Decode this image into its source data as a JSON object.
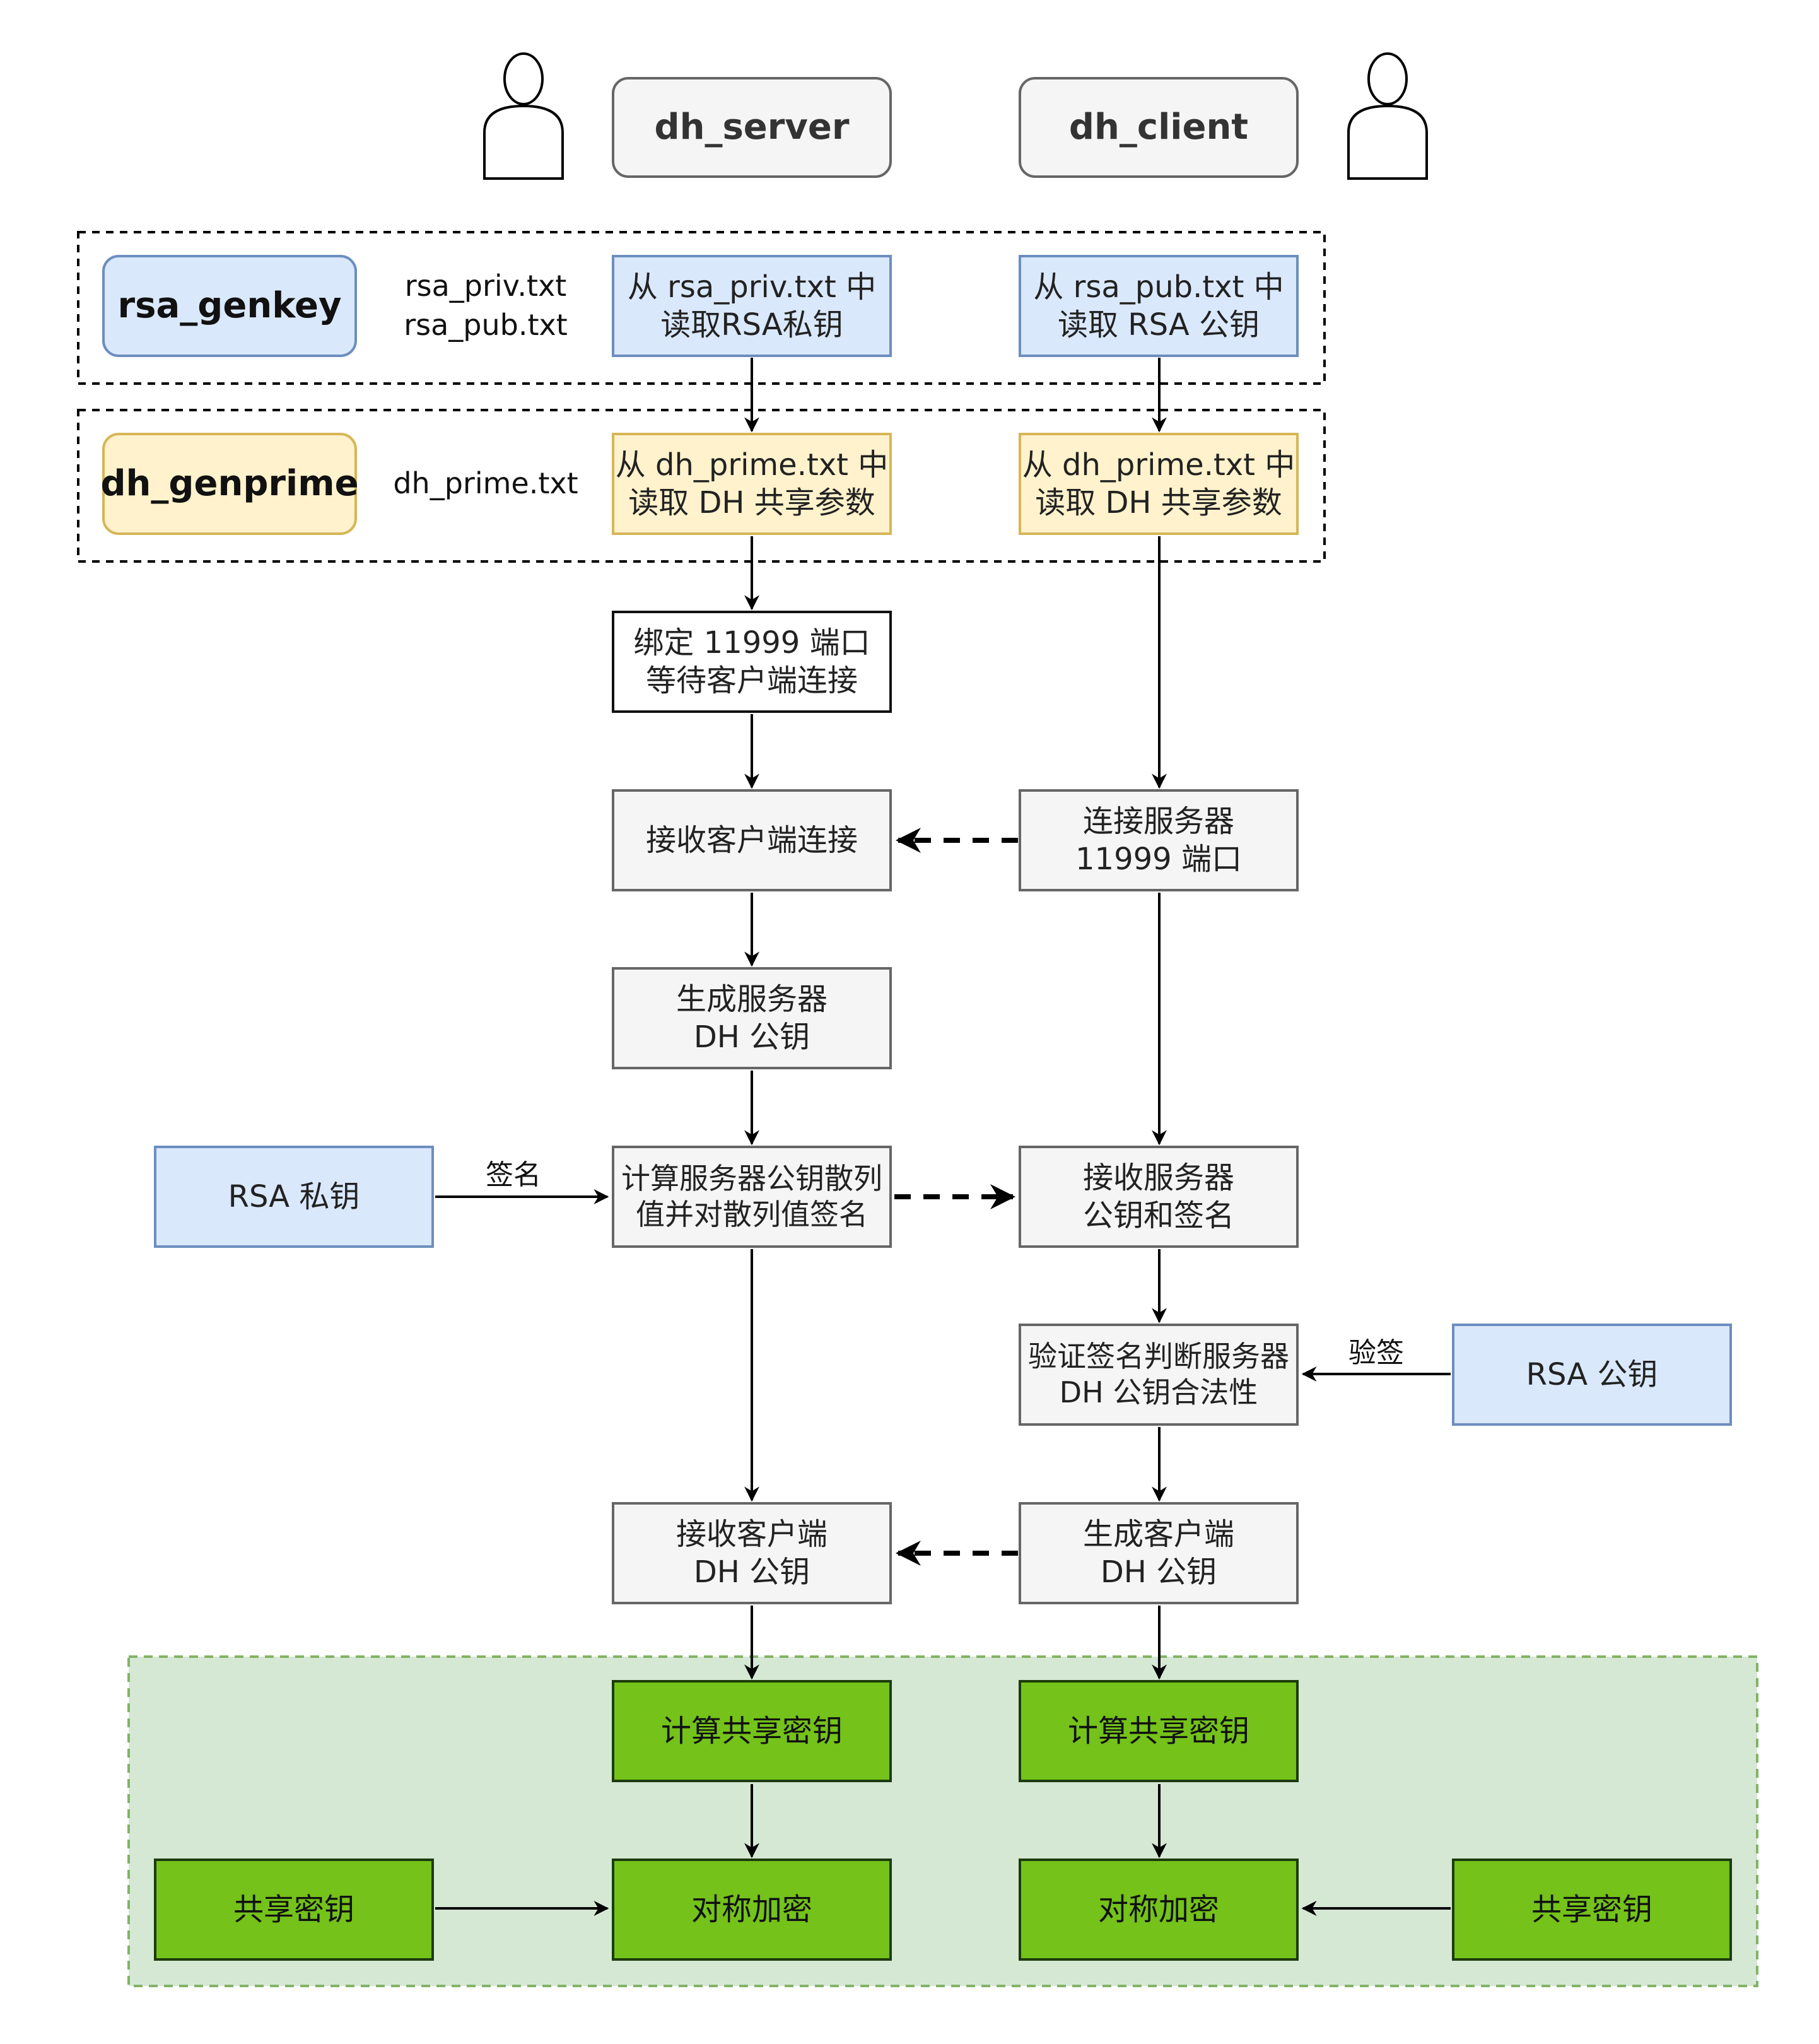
{
  "actors": {
    "server": "dh_server",
    "client": "dh_client"
  },
  "groups": {
    "rsa": {
      "tool": "rsa_genkey",
      "files": "rsa_priv.txt\nrsa_pub.txt",
      "server_step": "从 rsa_priv.txt 中\n读取RSA私钥",
      "client_step": "从 rsa_pub.txt 中\n读取 RSA 公钥"
    },
    "dh": {
      "tool": "dh_genprime",
      "files": "dh_prime.txt",
      "server_step": "从 dh_prime.txt 中\n读取 DH 共享参数",
      "client_step": "从 dh_prime.txt 中\n读取 DH 共享参数"
    }
  },
  "server_steps": {
    "bind": "绑定 11999 端口\n等待客户端连接",
    "accept": "接收客户端连接",
    "gen_pub": "生成服务器\nDH 公钥",
    "hash_sign": "计算服务器公钥散列\n值并对散列值签名",
    "recv_client_pub": "接收客户端\nDH 公钥",
    "compute_secret": "计算共享密钥",
    "sym_encrypt": "对称加密"
  },
  "client_steps": {
    "connect": "连接服务器\n11999 端口",
    "recv_pub_sig": "接收服务器\n公钥和签名",
    "verify": "验证签名判断服务器\nDH 公钥合法性",
    "gen_pub": "生成客户端\nDH 公钥",
    "compute_secret": "计算共享密钥",
    "sym_encrypt": "对称加密"
  },
  "side_nodes": {
    "rsa_private": "RSA 私钥",
    "rsa_public": "RSA 公钥",
    "shared_key_left": "共享密钥",
    "shared_key_right": "共享密钥"
  },
  "edge_labels": {
    "sign": "签名",
    "verify": "验签"
  },
  "colors": {
    "grey_fill": "#f5f5f5",
    "blue_fill": "#dae8fc",
    "yellow_fill": "#fff2cc",
    "green_fill": "#74c21a",
    "green_region": "#d5e8d4"
  }
}
